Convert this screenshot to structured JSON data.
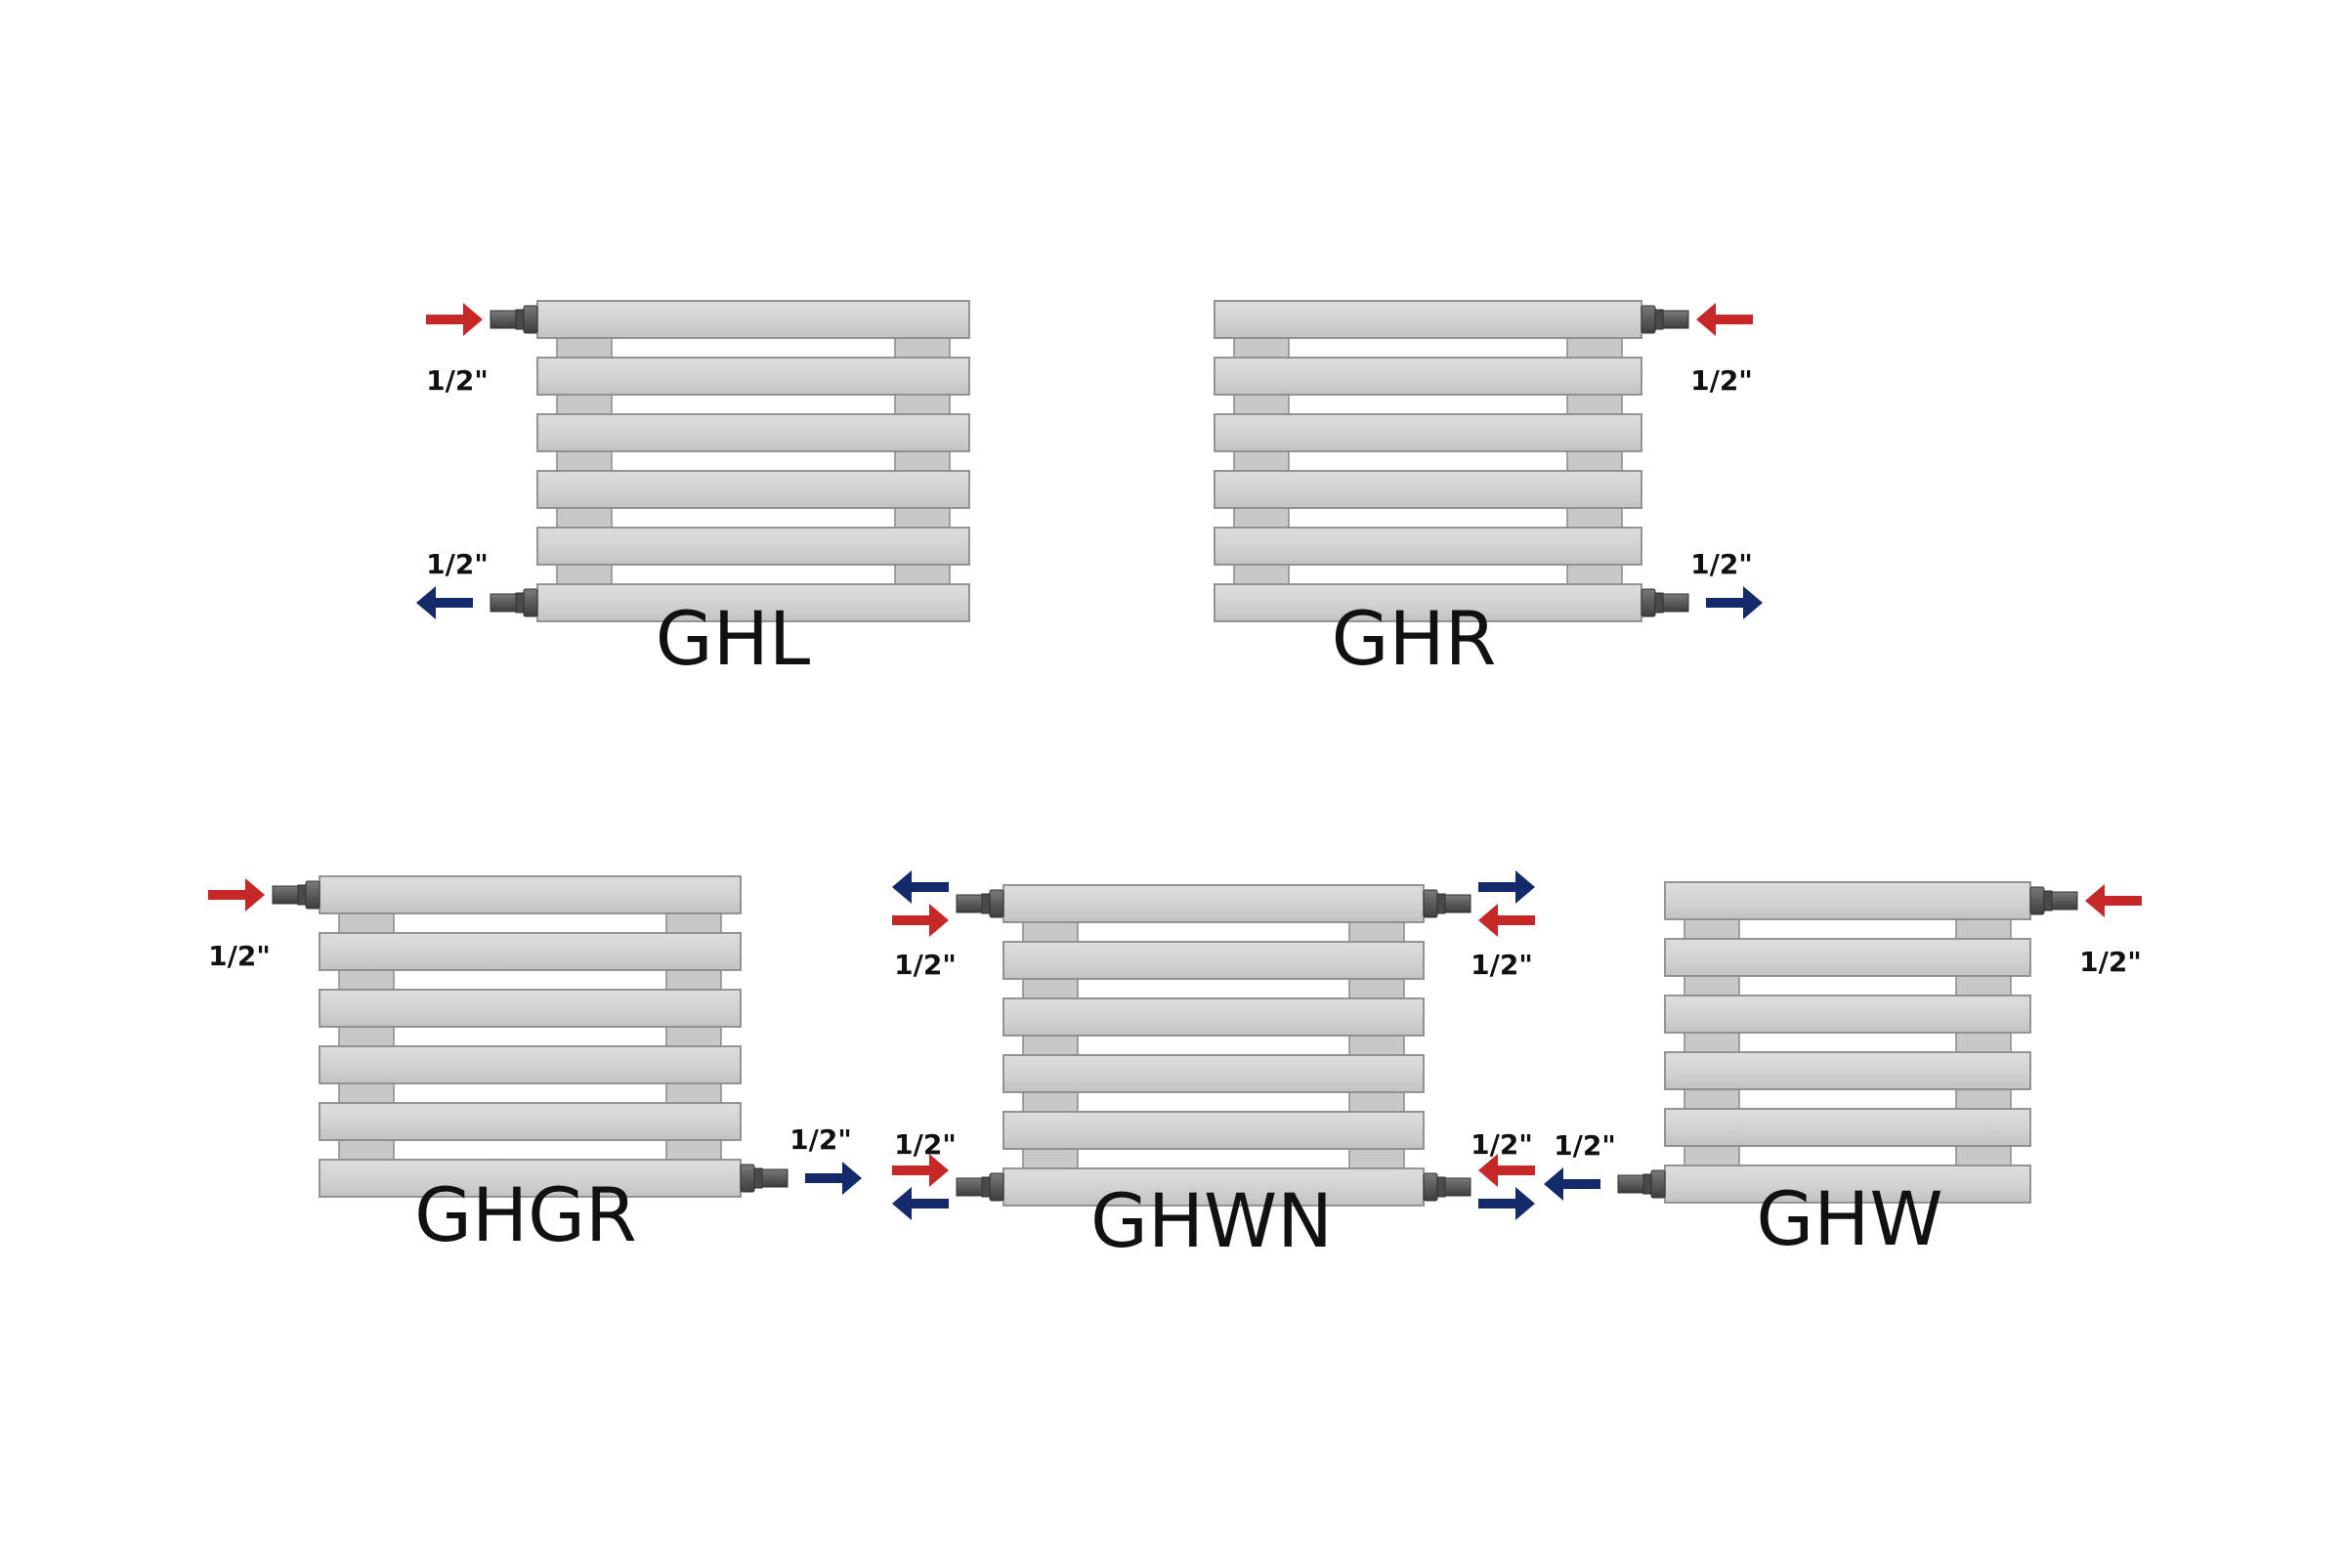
{
  "colors": {
    "background": "#ffffff",
    "bar_fill": "#d0d0d0",
    "bar_stroke": "#8a8a8a",
    "fitting": "#5f5f5f",
    "hot_arrow": "#c62828",
    "cold_arrow": "#142a6b",
    "text": "#111111"
  },
  "fitting_size_label": "1/2\"",
  "radiators": [
    {
      "id": "ghl",
      "name": "GHL",
      "bars": 6,
      "connections": [
        {
          "id": "top-left",
          "size": "1/2\"",
          "flow": [
            "hot-in"
          ]
        },
        {
          "id": "bottom-left",
          "size": "1/2\"",
          "flow": [
            "cold-out"
          ]
        }
      ]
    },
    {
      "id": "ghr",
      "name": "GHR",
      "bars": 6,
      "connections": [
        {
          "id": "top-right",
          "size": "1/2\"",
          "flow": [
            "hot-in"
          ]
        },
        {
          "id": "bottom-right",
          "size": "1/2\"",
          "flow": [
            "cold-out"
          ]
        }
      ]
    },
    {
      "id": "ghgr",
      "name": "GHGR",
      "bars": 6,
      "connections": [
        {
          "id": "top-left",
          "size": "1/2\"",
          "flow": [
            "hot-in"
          ]
        },
        {
          "id": "bottom-right",
          "size": "1/2\"",
          "flow": [
            "cold-out"
          ]
        }
      ]
    },
    {
      "id": "ghwn",
      "name": "GHWN",
      "bars": 6,
      "connections": [
        {
          "id": "top-left",
          "size": "1/2\"",
          "flow": [
            "cold-out",
            "hot-in"
          ]
        },
        {
          "id": "top-right",
          "size": "1/2\"",
          "flow": [
            "cold-out",
            "hot-in"
          ]
        },
        {
          "id": "bottom-left",
          "size": "1/2\"",
          "flow": [
            "hot-in",
            "cold-out"
          ]
        },
        {
          "id": "bottom-right",
          "size": "1/2\"",
          "flow": [
            "hot-in",
            "cold-out"
          ]
        }
      ]
    },
    {
      "id": "ghw",
      "name": "GHW",
      "bars": 6,
      "connections": [
        {
          "id": "top-right",
          "size": "1/2\"",
          "flow": [
            "hot-in"
          ]
        },
        {
          "id": "bottom-left",
          "size": "1/2\"",
          "flow": [
            "cold-out"
          ]
        }
      ]
    }
  ]
}
